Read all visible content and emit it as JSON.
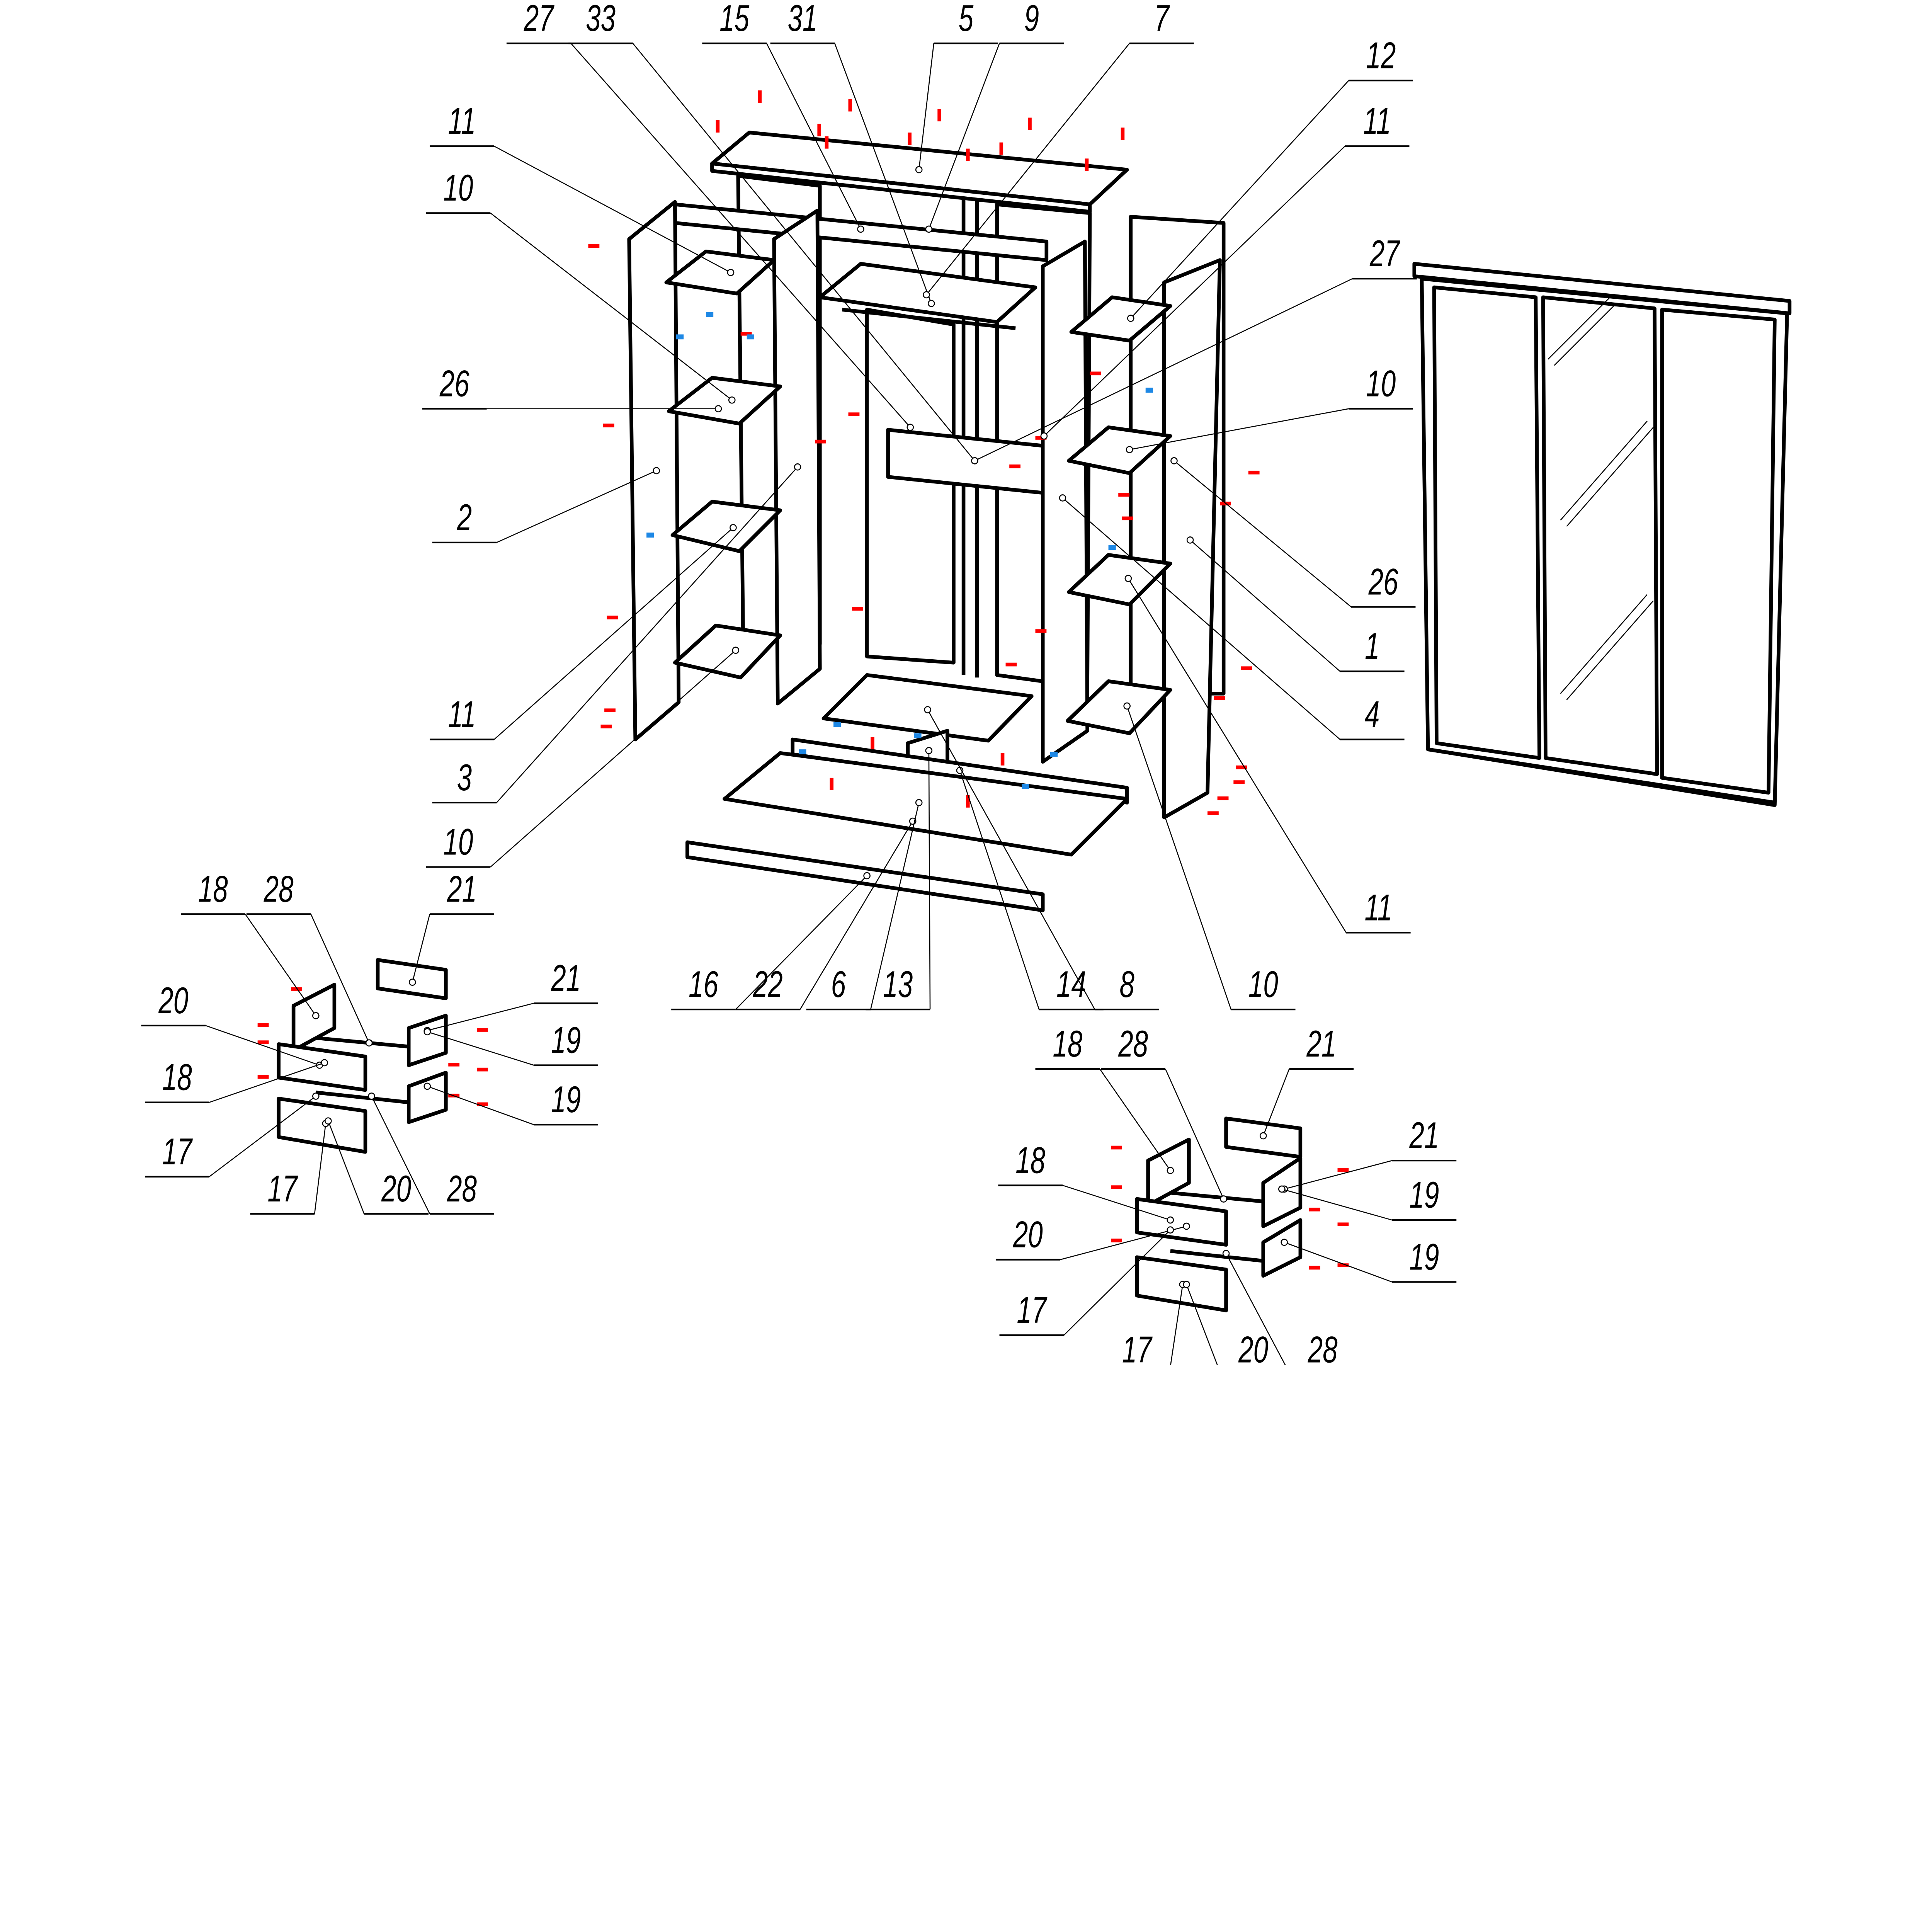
{
  "title": "Wardrobe exploded assembly diagram",
  "colors": {
    "line": "#000000",
    "fastener_marks": "#ff0000",
    "connectors": "#1e88e5"
  },
  "callouts": {
    "top": [
      "27",
      "33",
      "15",
      "31",
      "5",
      "9",
      "7"
    ],
    "left": [
      "11",
      "10",
      "26",
      "2",
      "11",
      "3",
      "10"
    ],
    "right": [
      "12",
      "11",
      "27",
      "10",
      "26",
      "1",
      "4",
      "11"
    ],
    "bottom": [
      "16",
      "22",
      "6",
      "13",
      "14",
      "8",
      "10"
    ],
    "drawer_left": [
      "18",
      "28",
      "21",
      "21",
      "20",
      "19",
      "18",
      "19",
      "17",
      "17",
      "20",
      "28"
    ],
    "drawer_right": [
      "18",
      "28",
      "21",
      "21",
      "18",
      "19",
      "20",
      "19",
      "17",
      "17",
      "20",
      "28"
    ]
  }
}
